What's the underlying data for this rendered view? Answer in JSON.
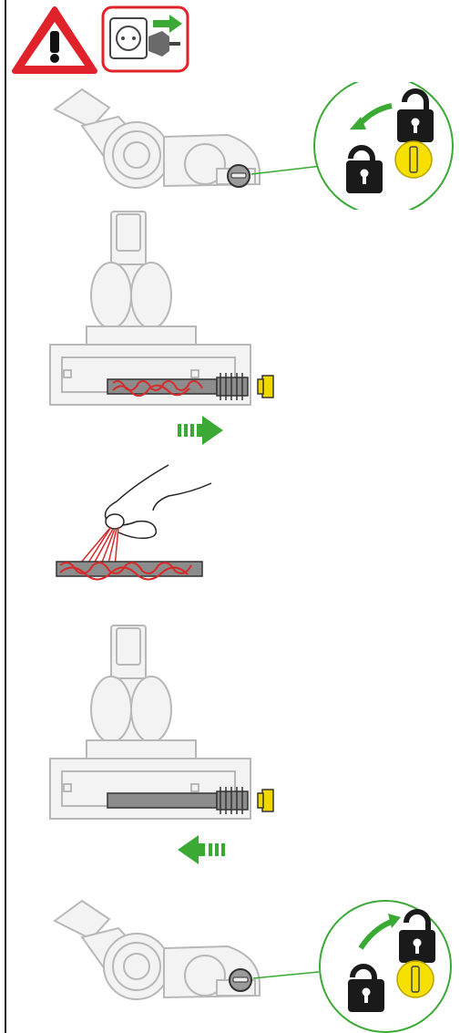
{
  "doc": {
    "title": "",
    "steps": [
      {
        "id": "warning-unplug"
      },
      {
        "id": "unlock-end-cap"
      },
      {
        "id": "slide-out-brushbar"
      },
      {
        "id": "clear-hair-from-brushbar"
      },
      {
        "id": "slide-in-brushbar"
      },
      {
        "id": "lock-end-cap"
      }
    ]
  },
  "colors": {
    "warning_red": "#e0232a",
    "arrow_green": "#3aaa35",
    "lock_black": "#1a1a1a",
    "coin_yellow": "#f5e000",
    "cap_yellow": "#f2d600",
    "outline_grey": "#b8b8b8",
    "brush_red": "#d62b2b"
  },
  "icons": {
    "warning": "warning-triangle-icon",
    "unplug": "unplug-socket-icon",
    "locked": "padlock-closed-icon",
    "unlocked": "padlock-open-icon",
    "coin": "coin-icon"
  }
}
